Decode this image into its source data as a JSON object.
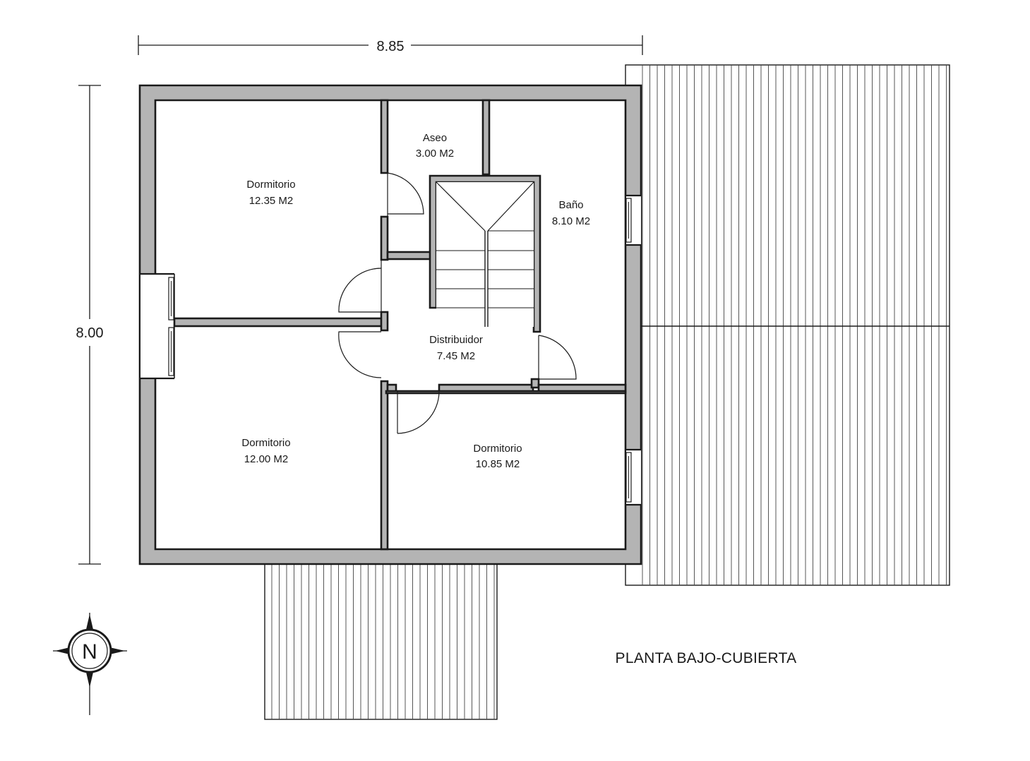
{
  "dimensions": {
    "width": "8.85",
    "height": "8.00"
  },
  "rooms": [
    {
      "id": "dorm1",
      "name": "Dormitorio",
      "area": "12.35 M2"
    },
    {
      "id": "aseo",
      "name": "Aseo",
      "area": "3.00 M2"
    },
    {
      "id": "bano",
      "name": "Baño",
      "area": "8.10 M2"
    },
    {
      "id": "distribuidor",
      "name": "Distribuidor",
      "area": "7.45 M2"
    },
    {
      "id": "dorm2",
      "name": "Dormitorio",
      "area": "12.00 M2"
    },
    {
      "id": "dorm3",
      "name": "Dormitorio",
      "area": "10.85 M2"
    }
  ],
  "compass": {
    "label": "N"
  },
  "title": "PLANTA BAJO-CUBIERTA",
  "colors": {
    "wall_fill": "#b4b4b4",
    "line": "#1a1a1a"
  }
}
